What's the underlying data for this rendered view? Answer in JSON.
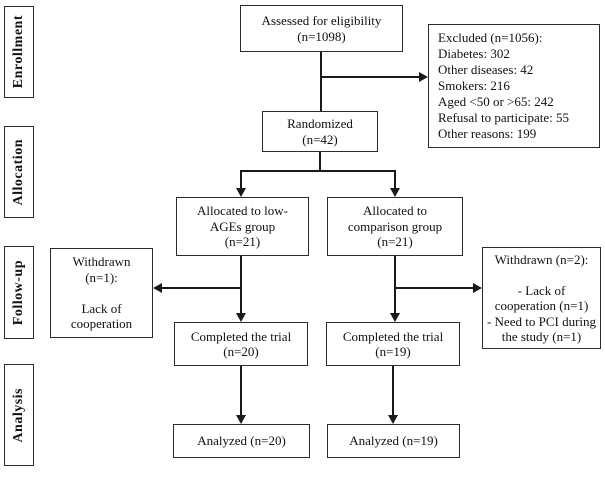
{
  "colors": {
    "background": "#ffffff",
    "box_border": "#2b2b2b",
    "text": "#111111",
    "connector": "#1a1a1a"
  },
  "stages": [
    {
      "label": "Enrollment"
    },
    {
      "label": "Allocation"
    },
    {
      "label": "Follow-up"
    },
    {
      "label": "Analysis"
    }
  ],
  "boxes": {
    "assessed": {
      "lines": [
        "Assessed for eligibility",
        "(n=1098)"
      ]
    },
    "excluded": {
      "lines": [
        "Excluded (n=1056):",
        "Diabetes: 302",
        "Other diseases: 42",
        "Smokers: 216",
        "Aged <50 or >65: 242",
        "Refusal to participate: 55",
        "Other reasons: 199"
      ]
    },
    "randomized": {
      "lines": [
        "Randomized",
        "(n=42)"
      ]
    },
    "alloc_low": {
      "lines": [
        "Allocated to low-",
        "AGEs group",
        "(n=21)"
      ]
    },
    "alloc_comp": {
      "lines": [
        "Allocated to",
        "comparison group",
        "(n=21)"
      ]
    },
    "withdrawn_left": {
      "lines": [
        "Withdrawn",
        "(n=1):",
        "",
        "Lack of",
        "cooperation"
      ]
    },
    "withdrawn_right": {
      "lines": [
        "Withdrawn (n=2):",
        "",
        "- Lack of",
        "cooperation (n=1)",
        "- Need to PCI during",
        "the study (n=1)"
      ]
    },
    "completed_low": {
      "lines": [
        "Completed the trial",
        "(n=20)"
      ]
    },
    "completed_comp": {
      "lines": [
        "Completed the trial",
        "(n=19)"
      ]
    },
    "analyzed_low": {
      "lines": [
        "Analyzed (n=20)"
      ]
    },
    "analyzed_comp": {
      "lines": [
        "Analyzed (n=19)"
      ]
    }
  }
}
